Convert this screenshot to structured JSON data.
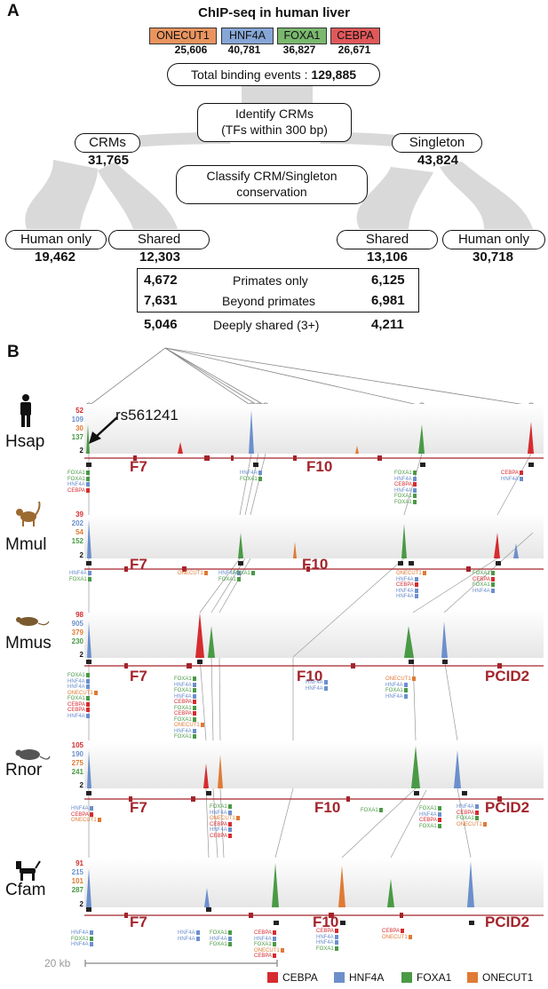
{
  "colors": {
    "CEBPA": "#d62b2f",
    "HNF4A": "#6c8fcc",
    "FOXA1": "#4a9a45",
    "ONECUT1": "#e07a35",
    "gene": "#a3242b",
    "flow": "#d9d9d9"
  },
  "panelA": {
    "letter": "A",
    "title": "ChIP-seq in human liver",
    "tfs": [
      {
        "name": "ONECUT1",
        "count": "25,606",
        "color": "#e9945f"
      },
      {
        "name": "HNF4A",
        "count": "40,781",
        "color": "#86a6d6"
      },
      {
        "name": "FOXA1",
        "count": "36,827",
        "color": "#7ab86e"
      },
      {
        "name": "CEBPA",
        "count": "26,671",
        "color": "#e0585a"
      }
    ],
    "total_label": "Total binding events : ",
    "total_value": "129,885",
    "identify_line1": "Identify CRMs",
    "identify_line2": "(TFs within 300 bp)",
    "crms_label": "CRMs",
    "crms_value": "31,765",
    "singleton_label": "Singleton",
    "singleton_value": "43,824",
    "classify_line1": "Classify CRM/Singleton",
    "classify_line2": "conservation",
    "human_only_left_label": "Human only",
    "human_only_left_value": "19,462",
    "shared_left_label": "Shared",
    "shared_left_value": "12,303",
    "shared_right_label": "Shared",
    "shared_right_value": "13,106",
    "human_only_right_label": "Human only",
    "human_only_right_value": "30,718",
    "table": [
      {
        "left": "4,672",
        "label": "Primates only",
        "right": "6,125"
      },
      {
        "left": "7,631",
        "label": "Beyond primates",
        "right": "6,981"
      },
      {
        "left": "5,046",
        "label": "Deeply shared (3+)",
        "right": "4,211"
      }
    ]
  },
  "panelB": {
    "letter": "B",
    "snp": "rs561241",
    "species": [
      {
        "name": "Hsap",
        "yticks": [
          "52",
          "109",
          "30",
          "137"
        ]
      },
      {
        "name": "Mmul",
        "yticks": [
          "39",
          "202",
          "54",
          "152"
        ]
      },
      {
        "name": "Mmus",
        "yticks": [
          "98",
          "905",
          "379",
          "230"
        ]
      },
      {
        "name": "Rnor",
        "yticks": [
          "105",
          "190",
          "275",
          "241"
        ]
      },
      {
        "name": "Cfam",
        "yticks": [
          "91",
          "215",
          "101",
          "287"
        ]
      }
    ],
    "ybase": "2",
    "genes": {
      "F7": "F7",
      "F10": "F10",
      "PCID2": "PCID2"
    },
    "scale_bar": "20 kb",
    "legend": [
      {
        "name": "CEBPA",
        "color": "#d62b2f"
      },
      {
        "name": "HNF4A",
        "color": "#6c8fcc"
      },
      {
        "name": "FOXA1",
        "color": "#4a9a45"
      },
      {
        "name": "ONECUT1",
        "color": "#e07a35"
      }
    ],
    "binding_labels": {
      "hsap": [
        "FOXA1",
        "FOXA1",
        "HNF4A",
        "CEBPA",
        "HNF4A",
        "FOXA1",
        "FOXA1",
        "HNF4A",
        "CEBPA",
        "HNF4A",
        "FOXA1",
        "FOXA1",
        "CEBPA",
        "HNF4A"
      ],
      "mmul": [
        "HNF4A",
        "FOXA1",
        "ONECUT1",
        "HNF4A",
        "FOXA1",
        "FOXA1",
        "ONECUT1",
        "HNF4A",
        "CEBPA",
        "HNF4A",
        "HNF4A",
        "FOXA1",
        "CEBPA",
        "FOXA1",
        "HNF4A"
      ],
      "mmus": [
        "FOXA1",
        "HNF4A",
        "HNF4A",
        "ONECUT1",
        "FOXA1",
        "CEBPA",
        "CEBPA",
        "HNF4A",
        "FOXA1",
        "HNF4A",
        "FOXA1",
        "HNF4A",
        "CEBPA",
        "FOXA1",
        "CEBPA",
        "FOXA1",
        "ONECUT1",
        "HNF4A",
        "FOXA1",
        "HNF4A",
        "HNF4A",
        "ONECUT1",
        "HNF4A",
        "FOXA1",
        "HNF4A"
      ],
      "rnor": [
        "HNF4A",
        "CEBPA",
        "ONECUT1",
        "FOXA1",
        "HNF4A",
        "ONECUT1",
        "CEBPA",
        "HNF4A",
        "CEBPA",
        "FOXA1",
        "FOXA1",
        "HNF4A",
        "CEBPA",
        "FOXA1",
        "HNF4A",
        "CEBPA",
        "FOXA1",
        "ONECUT1"
      ],
      "cfam": [
        "HNF4A",
        "FOXA1",
        "HNF4A",
        "HNF4A",
        "HNF4A",
        "FOXA1",
        "HNF4A",
        "FOXA1",
        "CEBPA",
        "HNF4A",
        "FOXA1",
        "ONECUT1",
        "CEBPA",
        "CEBPA",
        "HNF4A",
        "HNF4A",
        "FOXA1",
        "CEBPA",
        "ONECUT1"
      ]
    }
  }
}
